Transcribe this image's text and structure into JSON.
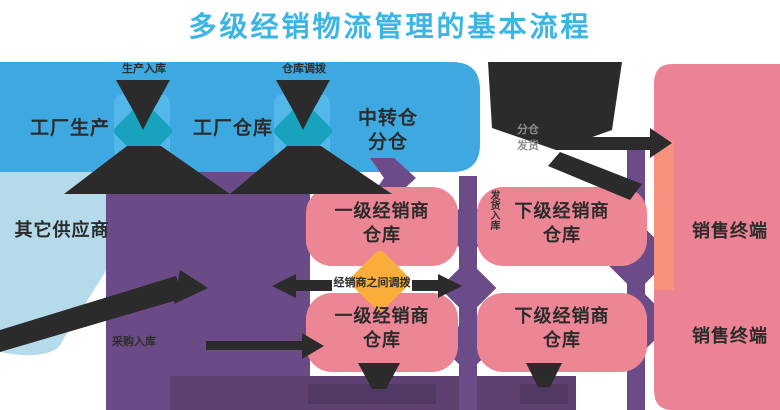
{
  "title": {
    "text": "多级经销物流管理的基本流程"
  },
  "colors": {
    "title": "#3BB4E6",
    "band_blue": "#3EA8E0",
    "band_blue_light": "#54B7E9",
    "teal": "#18A2BE",
    "light_blue": "#B5DAE9",
    "purple": "#6A4A87",
    "purple_mid": "#6B4B88",
    "purple_dark": "#5E4170",
    "purple_darker": "#523963",
    "pink": "#ED8694",
    "pink_column": "#EC8394",
    "pink_light": "#F8907E",
    "orange": "#F9AE3B",
    "dark": "#2B2B2B"
  },
  "nodes": {
    "factory_production": "工厂生产",
    "factory_warehouse": "工厂仓库",
    "transfer_warehouse_line1": "中转仓",
    "transfer_warehouse_line2": "分仓",
    "other_suppliers": "其它供应商",
    "tier1_dealer_line1": "一级经销商",
    "tier1_dealer_line2": "仓库",
    "tier2_dealer_line1": "下级经销商",
    "tier2_dealer_line2": "仓库",
    "sales_terminal": "销售终端"
  },
  "edge_labels": {
    "production_inbound": "生产入库",
    "warehouse_allocation": "仓库调拨",
    "branch_line1": "分仓",
    "branch_line2": "发货",
    "dealer_transfer": "经销商之间调拨",
    "purchase_inbound": "采购入库",
    "ship_inbound": "发货入库"
  }
}
